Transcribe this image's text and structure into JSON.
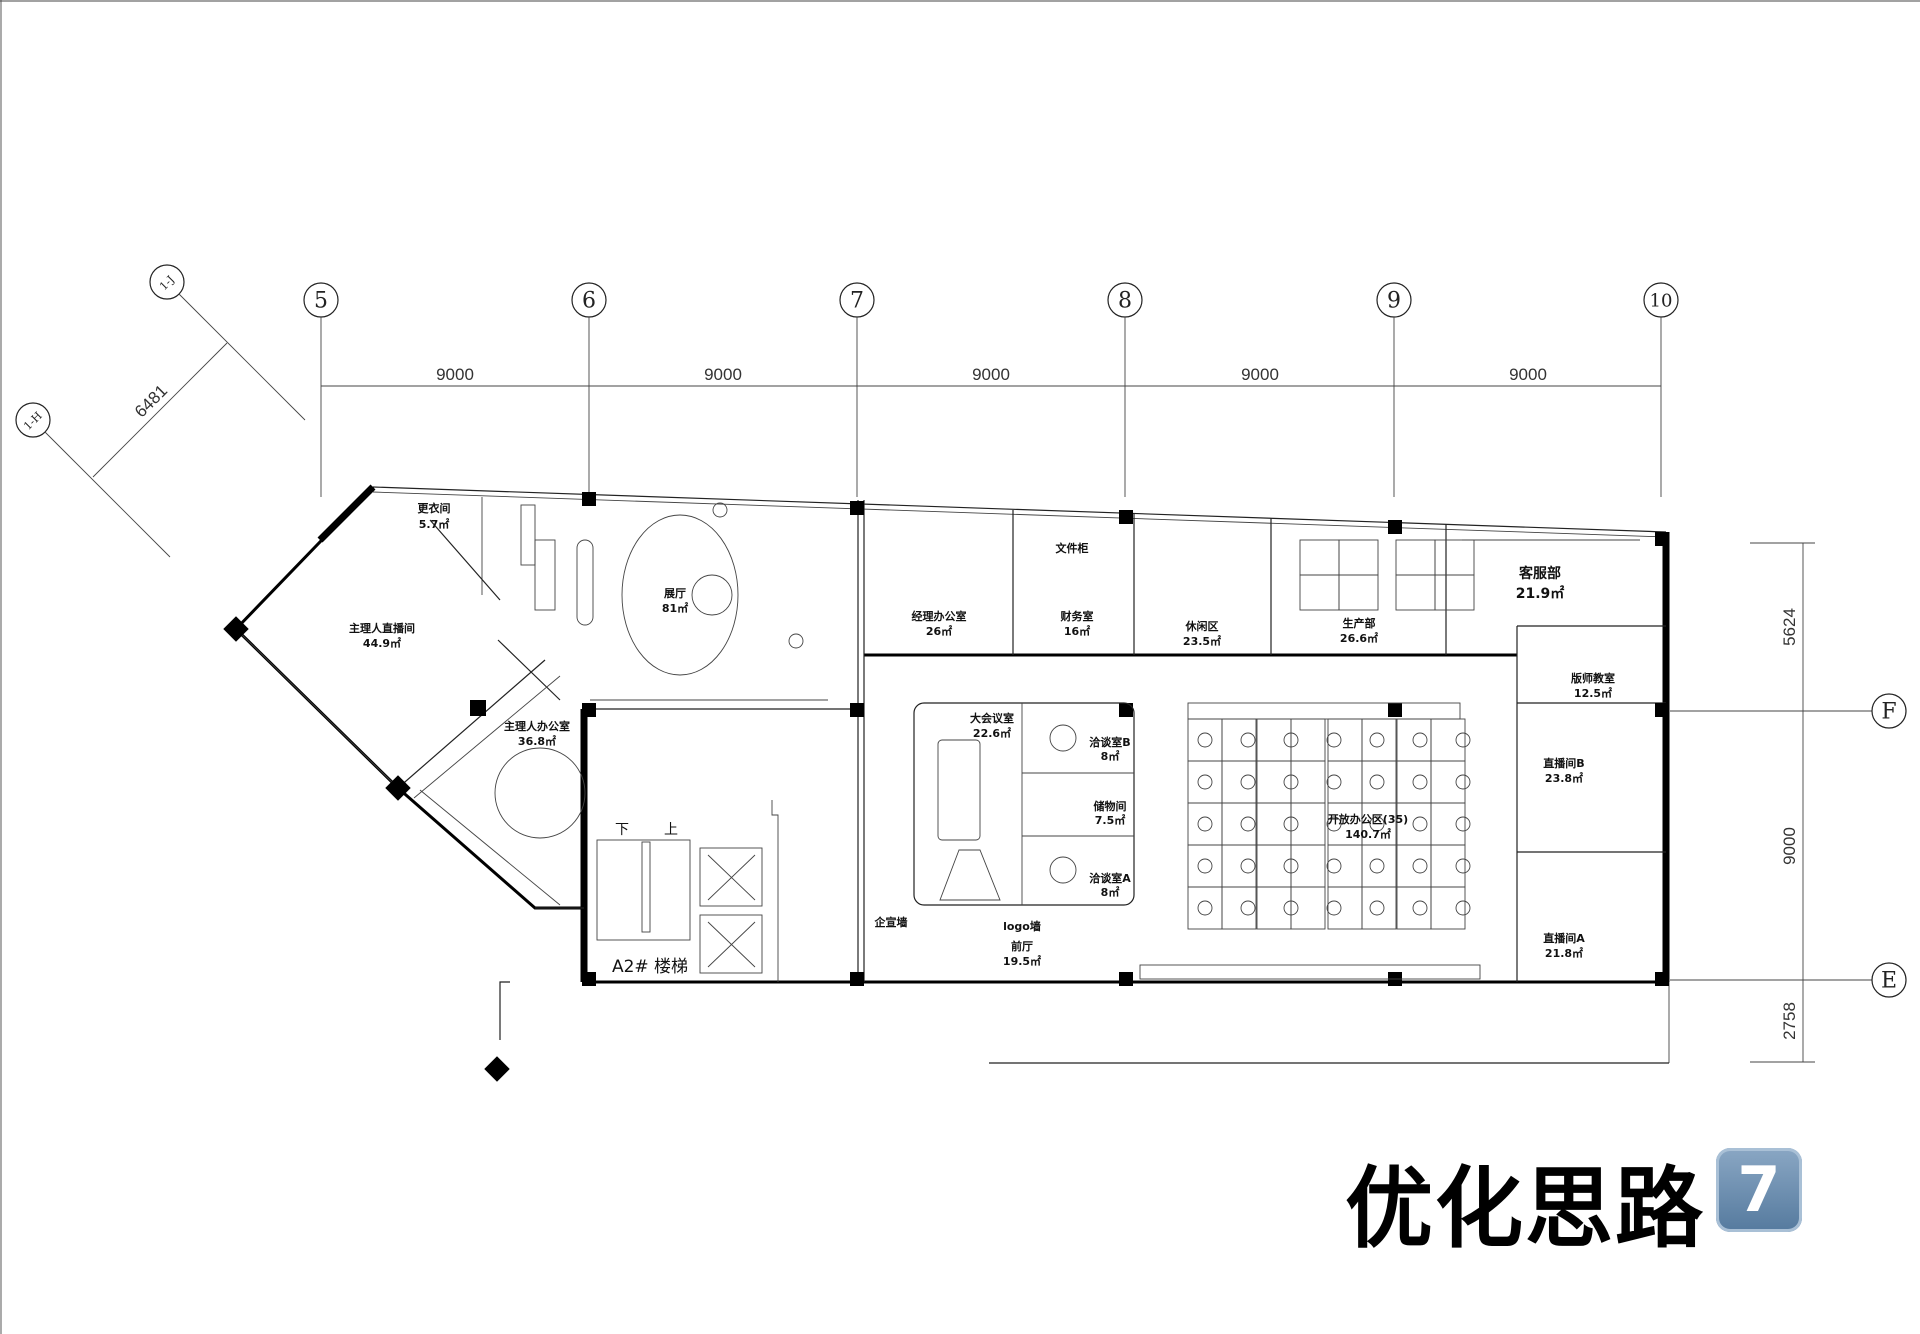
{
  "axes": {
    "vertical": [
      "5",
      "6",
      "7",
      "8",
      "9",
      "10"
    ],
    "horizontal": [
      "F",
      "E"
    ],
    "diagonal": [
      "1-J",
      "1-H"
    ]
  },
  "dimensions": {
    "top": [
      "9000",
      "9000",
      "9000",
      "9000",
      "9000"
    ],
    "right": [
      "5624",
      "9000",
      "2758"
    ],
    "diagonal": "6481"
  },
  "rooms": [
    {
      "name": "更衣间",
      "area": "5.7㎡"
    },
    {
      "name": "主理人直播间",
      "area": "44.9㎡"
    },
    {
      "name": "展厅",
      "area": "81㎡"
    },
    {
      "name": "主理人办公室",
      "area": "36.8㎡"
    },
    {
      "name": "经理办公室",
      "area": "26㎡"
    },
    {
      "name": "财务室",
      "area": "16㎡"
    },
    {
      "name": "休闲区",
      "area": "23.5㎡"
    },
    {
      "name": "生产部",
      "area": "26.6㎡"
    },
    {
      "name": "客服部",
      "area": "21.9㎡"
    },
    {
      "name": "版师教室",
      "area": "12.5㎡"
    },
    {
      "name": "大会议室",
      "area": "22.6㎡"
    },
    {
      "name": "洽谈室B",
      "area": "8㎡"
    },
    {
      "name": "储物间",
      "area": "7.5㎡"
    },
    {
      "name": "洽谈室A",
      "area": "8㎡"
    },
    {
      "name": "开放办公区(35)",
      "area": "140.7㎡"
    },
    {
      "name": "直播间B",
      "area": "23.8㎡"
    },
    {
      "name": "直播间A",
      "area": "21.8㎡"
    },
    {
      "name": "前厅",
      "area": "19.5㎡"
    }
  ],
  "annotations": {
    "file_cabinet": "文件柜",
    "logo_wall": "logo墙",
    "promo_wall": "企宣墙",
    "stair_name": "A2#  楼梯",
    "stair_down": "下",
    "stair_up": "上"
  },
  "watermark": {
    "text": "优化思路",
    "badge": "7"
  }
}
